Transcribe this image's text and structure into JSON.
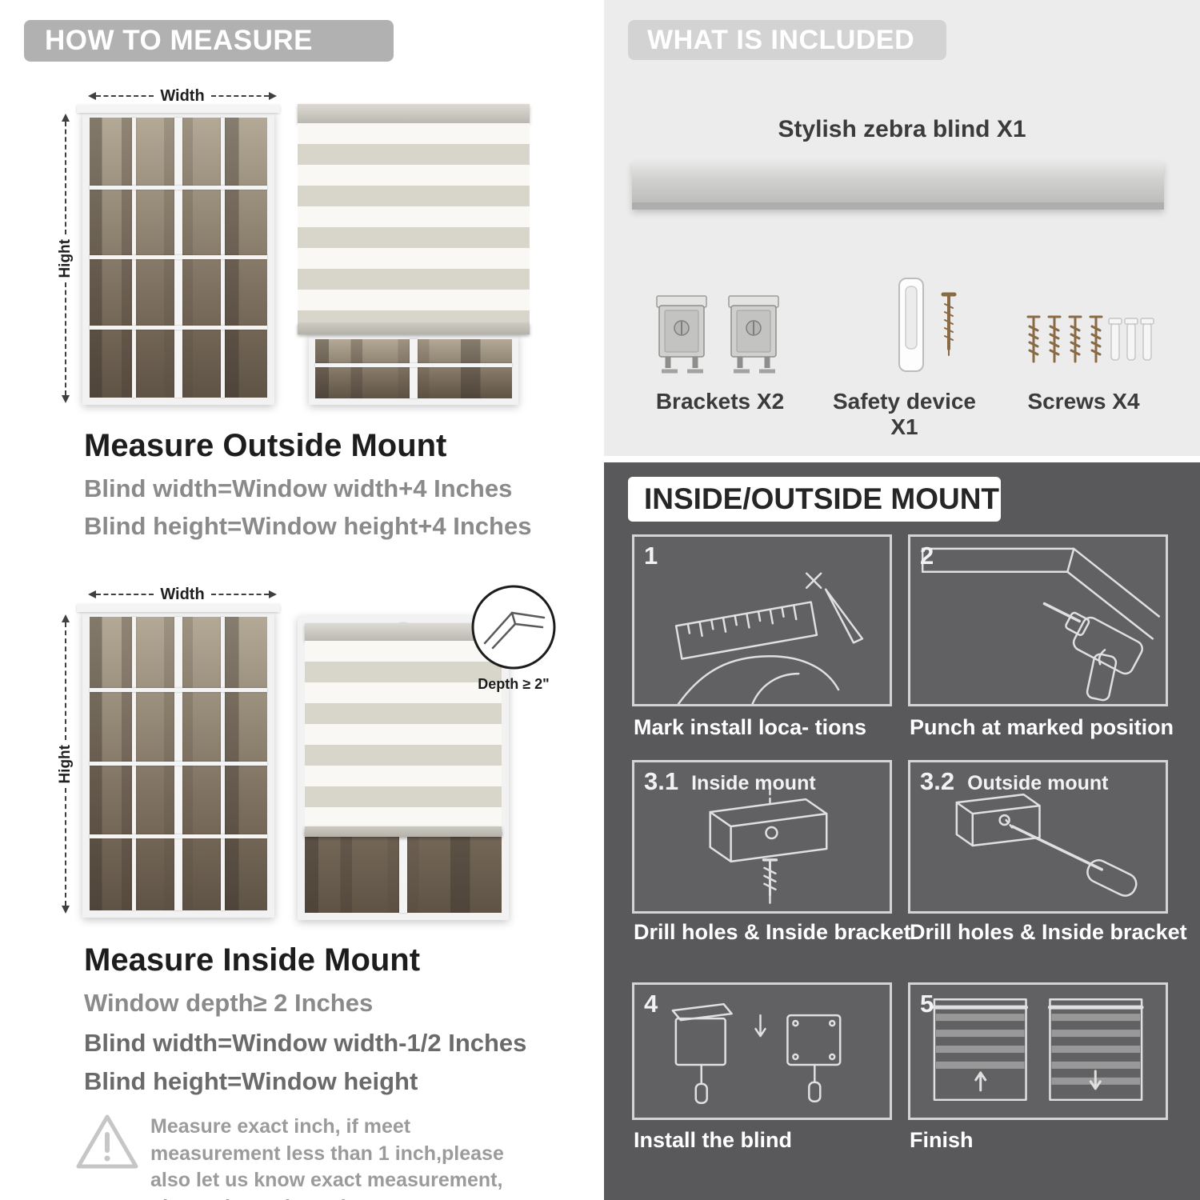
{
  "left": {
    "header": "HOW TO MEASURE",
    "outside": {
      "width_label": "Width",
      "height_label": "Hight",
      "title": "Measure Outside Mount",
      "line1": "Blind width=Window width+4 Inches",
      "line2": "Blind height=Window height+4 Inches"
    },
    "inside": {
      "width_label": "Width",
      "height_label": "Hight",
      "depth_label": "Depth ≥ 2\"",
      "title": "Measure Inside Mount",
      "line1": "Window depth≥ 2 Inches",
      "line2": "Blind width=Window width-1/2 Inches",
      "line3": "Blind height=Window height"
    },
    "warning": {
      "icon": "warning-triangle-icon",
      "text": "Measure exact inch, if meet measurement less than 1 inch,please also let us know exact measurement, please do not leave it"
    }
  },
  "right": {
    "included": {
      "header": "WHAT IS INCLUDED",
      "blind_label": "Stylish zebra blind X1",
      "items": [
        {
          "icon": "bracket-icon",
          "label": "Brackets X2"
        },
        {
          "icon": "safety-device-icon",
          "label": "Safety device X1"
        },
        {
          "icon": "screws-icon",
          "label": "Screws X4"
        }
      ]
    },
    "mount": {
      "header": "INSIDE/OUTSIDE MOUNT",
      "steps": [
        {
          "num": "1",
          "caption": "Mark install loca- tions"
        },
        {
          "num": "2",
          "caption": "Punch at  marked position"
        },
        {
          "num": "3.1",
          "tag": "Inside mount",
          "caption": "Drill holes &  Inside bracket"
        },
        {
          "num": "3.2",
          "tag": "Outside mount",
          "caption": "Drill holes &  Inside bracket"
        },
        {
          "num": "4",
          "caption": "Install the blind"
        },
        {
          "num": "5",
          "caption": "Finish"
        }
      ]
    }
  },
  "colors": {
    "header_pill": "#b1b1b1",
    "light_panel": "#ececec",
    "dark_panel": "#59595b",
    "fabric_stripe": "#d8d5cb",
    "sheer_stripe": "#f9f8f4"
  }
}
